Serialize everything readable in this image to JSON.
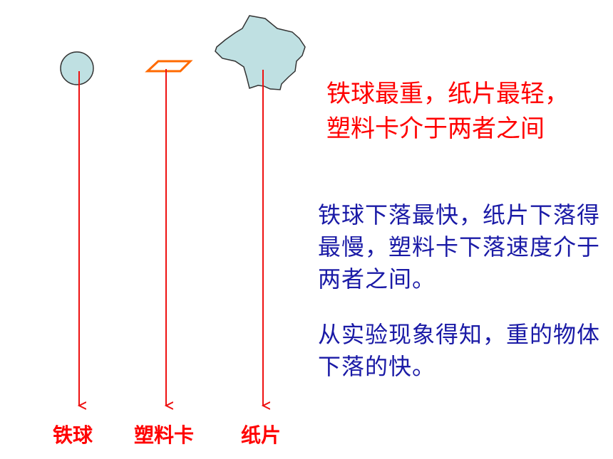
{
  "objects": [
    {
      "id": "iron-ball",
      "label": "铁球"
    },
    {
      "id": "plastic-card",
      "label": "塑料卡"
    },
    {
      "id": "paper",
      "label": "纸片"
    }
  ],
  "notes": {
    "weight": "铁球最重，纸片最轻，\n塑料卡介于两者之间",
    "speed": "铁球下落最快，纸片下落得最慢，塑料卡下落速度介于两者之间。",
    "conclusion": "从实验现象得知，重的物体下落的快。"
  },
  "colors": {
    "arrow": "#ee1111",
    "object_fill": "#bfe0e2",
    "card_stroke": "#ff6a00",
    "label": "#ff0000",
    "blue_text": "#1a1aa6"
  }
}
